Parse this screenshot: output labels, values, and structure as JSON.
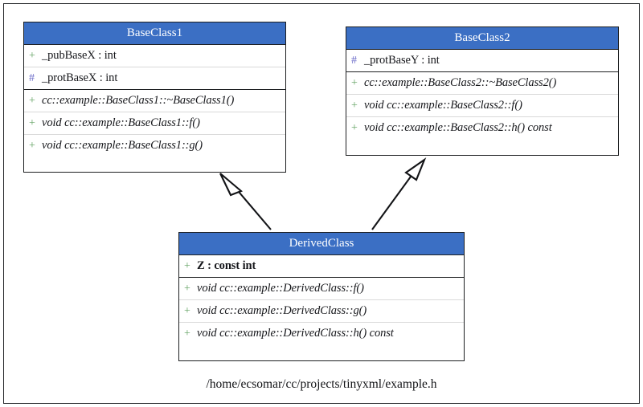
{
  "diagram": {
    "type": "uml-class-diagram",
    "caption": "/home/ecsomar/cc/projects/tinyxml/example.h",
    "header_color": "#3b6fc4",
    "header_text_color": "#ffffff",
    "border_color": "#1d1f21",
    "visibility_colors": {
      "public": "#5fa05f",
      "protected": "#6a6ac8",
      "private": "#c06060"
    },
    "classes": [
      {
        "id": "baseclass1",
        "name": "BaseClass1",
        "attributes": [
          {
            "visibility": "+",
            "visibility_kind": "public",
            "text": "_pubBaseX : int",
            "style": "plain"
          },
          {
            "visibility": "#",
            "visibility_kind": "protected",
            "text": "_protBaseX : int",
            "style": "plain"
          }
        ],
        "operations": [
          {
            "visibility": "+",
            "visibility_kind": "public",
            "text": "cc::example::BaseClass1::~BaseClass1()",
            "style": "italic"
          },
          {
            "visibility": "+",
            "visibility_kind": "public",
            "text": "void cc::example::BaseClass1::f()",
            "style": "italic"
          },
          {
            "visibility": "+",
            "visibility_kind": "public",
            "text": "void cc::example::BaseClass1::g()",
            "style": "italic"
          }
        ]
      },
      {
        "id": "baseclass2",
        "name": "BaseClass2",
        "attributes": [
          {
            "visibility": "#",
            "visibility_kind": "protected",
            "text": "_protBaseY : int",
            "style": "plain"
          }
        ],
        "operations": [
          {
            "visibility": "+",
            "visibility_kind": "public",
            "text": "cc::example::BaseClass2::~BaseClass2()",
            "style": "italic"
          },
          {
            "visibility": "+",
            "visibility_kind": "public",
            "text": "void cc::example::BaseClass2::f()",
            "style": "italic"
          },
          {
            "visibility": "+",
            "visibility_kind": "public",
            "text": "void cc::example::BaseClass2::h() const",
            "style": "italic"
          }
        ]
      },
      {
        "id": "derivedclass",
        "name": "DerivedClass",
        "attributes": [
          {
            "visibility": "+",
            "visibility_kind": "public",
            "text": "Z : const int",
            "style": "bold"
          }
        ],
        "operations": [
          {
            "visibility": "+",
            "visibility_kind": "public",
            "text": "void cc::example::DerivedClass::f()",
            "style": "italic"
          },
          {
            "visibility": "+",
            "visibility_kind": "public",
            "text": "void cc::example::DerivedClass::g()",
            "style": "italic"
          },
          {
            "visibility": "+",
            "visibility_kind": "public",
            "text": "void cc::example::DerivedClass::h() const",
            "style": "italic"
          }
        ]
      }
    ],
    "relationships": [
      {
        "kind": "generalization",
        "from": "DerivedClass",
        "to": "BaseClass1"
      },
      {
        "kind": "generalization",
        "from": "DerivedClass",
        "to": "BaseClass2"
      }
    ]
  }
}
